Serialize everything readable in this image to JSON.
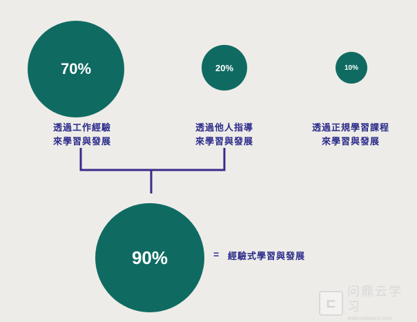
{
  "circles": [
    {
      "label": "70%",
      "caption_line1": "透過工作經驗",
      "caption_line2": "來學習與發展"
    },
    {
      "label": "20%",
      "caption_line1": "透過他人指導",
      "caption_line2": "來學習與發展"
    },
    {
      "label": "10%",
      "caption_line1": "透過正規學習課程",
      "caption_line2": "來學習與發展"
    }
  ],
  "result": {
    "label": "90%",
    "equals": "=",
    "text": "經驗式學習與發展"
  },
  "colors": {
    "circle": "#0f6b62",
    "text": "#2a2a8a",
    "bracket": "#3a2a8a",
    "background": "#eeece8"
  },
  "watermark": {
    "logo_icon": "box-logo-icon",
    "title": "问鼎云学习",
    "url": "www.wdxuexi.com"
  }
}
